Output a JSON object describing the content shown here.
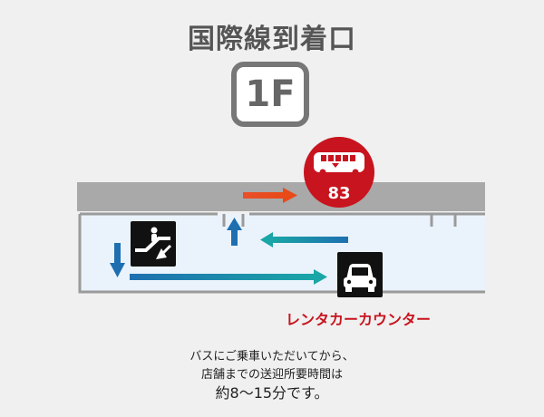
{
  "title": "国際線到着口",
  "floor": "1F",
  "bus_stop": {
    "number": "83",
    "color": "#c8141e"
  },
  "counter": {
    "label": "レンタカーカウンター",
    "color": "#c8141e"
  },
  "note": {
    "line1": "バスにご乗車いただいてから、",
    "line2": "店舗までの送迎所要時間は",
    "line3": "約8〜15分です。"
  },
  "colors": {
    "road": "#a9a9a9",
    "building": "#eaf3fb",
    "building_border": "#9a9a9a",
    "arrow_blue": "#1e6fb0",
    "arrow_teal": "#1aa6a6",
    "arrow_orange": "#e8502a",
    "icon_bg": "#111111"
  },
  "icons": {
    "escalator": "escalator-down-icon",
    "car": "car-icon",
    "bus": "bus-icon"
  }
}
